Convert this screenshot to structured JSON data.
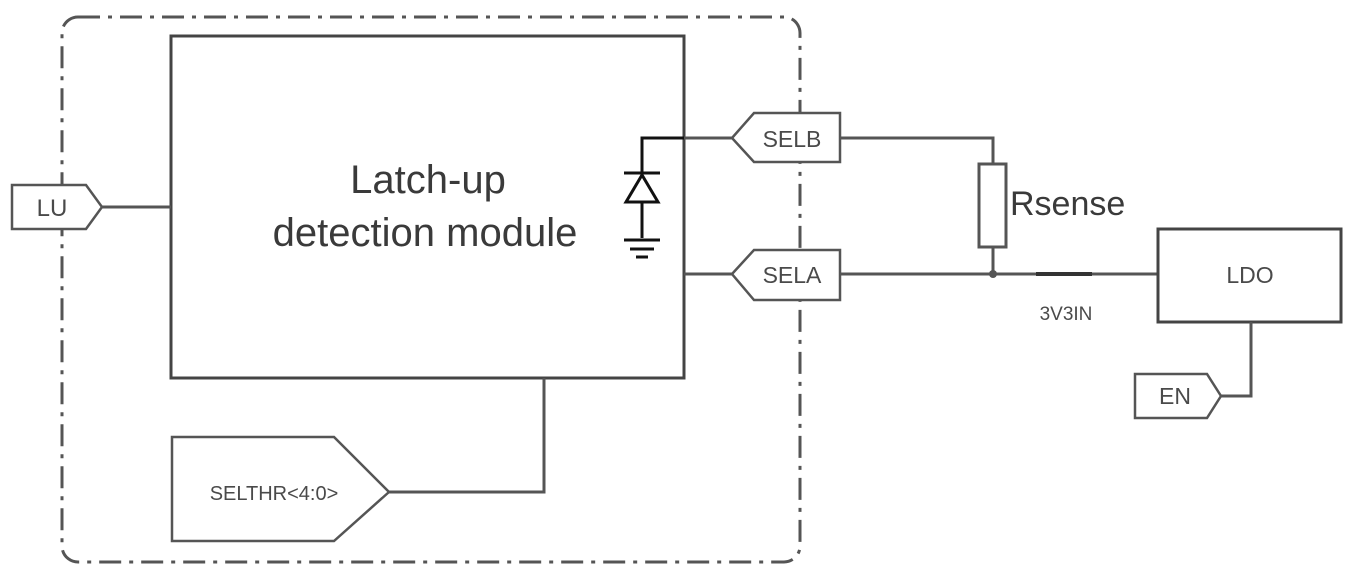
{
  "module": {
    "title_line1": "Latch-up",
    "title_line2": "detection module"
  },
  "ports": {
    "lu": "LU",
    "selb": "SELB",
    "sela": "SELA",
    "selthr": "SELTHR<4:0>",
    "en": "EN"
  },
  "resistor": {
    "label": "Rsense"
  },
  "ldo": {
    "label": "LDO"
  },
  "net": {
    "label": "3V3IN"
  }
}
